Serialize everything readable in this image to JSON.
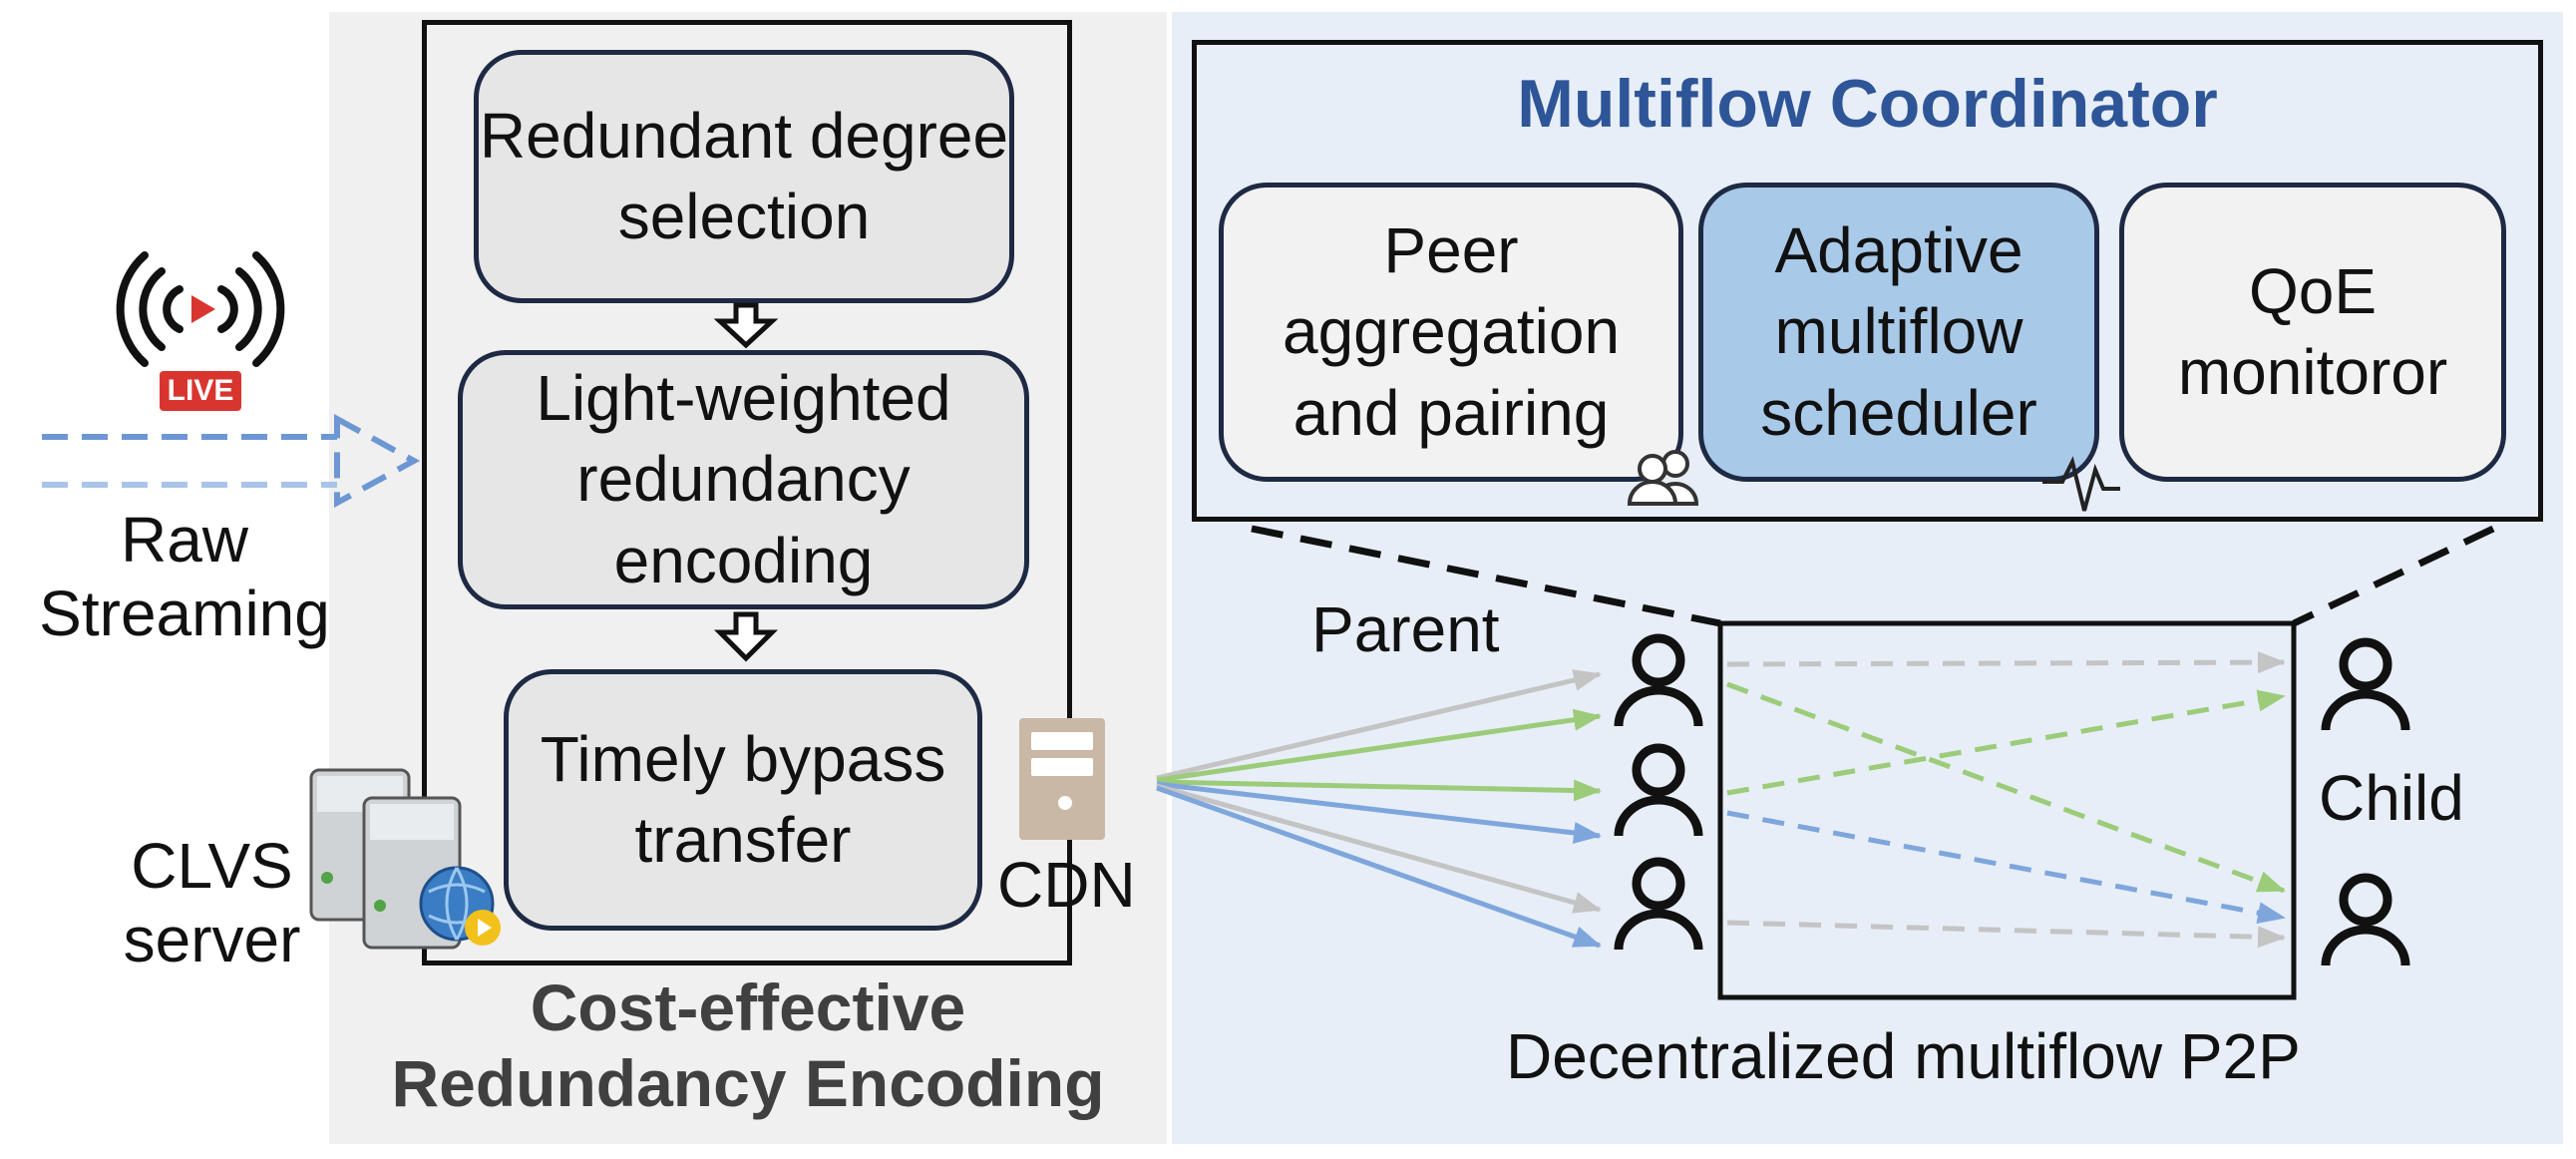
{
  "left_panel": {
    "steps": [
      "Redundant degree selection",
      "Light-weighted redundancy encoding",
      "Timely bypass transfer"
    ],
    "title_line1": "Cost-effective",
    "title_line2": "Redundancy Encoding"
  },
  "source": {
    "live_badge": "LIVE",
    "raw_line1": "Raw",
    "raw_line2": "Streaming",
    "server_line1": "CLVS",
    "server_line2": "server"
  },
  "cdn_label": "CDN",
  "coordinator": {
    "title": "Multiflow Coordinator",
    "modules": [
      "Peer aggregation and pairing",
      "Adaptive multiflow scheduler",
      "QoE monitoror"
    ]
  },
  "p2p": {
    "parent_label": "Parent",
    "child_label": "Child",
    "caption": "Decentralized multiflow P2P"
  },
  "colors": {
    "coordinator_title": "#2e5597",
    "scheduler_fill": "#a9c9e8",
    "flow_gray": "#c4c4c4",
    "flow_green": "#9ccc7a",
    "flow_blue": "#7ea6dc",
    "caption_gray": "#404040"
  }
}
